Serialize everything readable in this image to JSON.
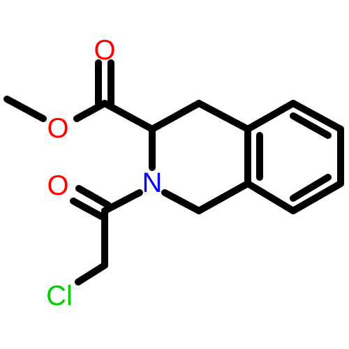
{
  "colors": {
    "bond": "#000000",
    "oxygen": "#ff0000",
    "nitrogen": "#0000ff",
    "chlorine": "#00cc00"
  },
  "atoms": {
    "carbonyl_oxygen_top": {
      "label": "O",
      "element": "oxygen"
    },
    "ester_oxygen": {
      "label": "O",
      "element": "oxygen"
    },
    "acyl_oxygen": {
      "label": "O",
      "element": "oxygen"
    },
    "ring_nitrogen": {
      "label": "N",
      "element": "nitrogen"
    },
    "chlorine": {
      "label": "Cl",
      "element": "chlorine"
    }
  }
}
